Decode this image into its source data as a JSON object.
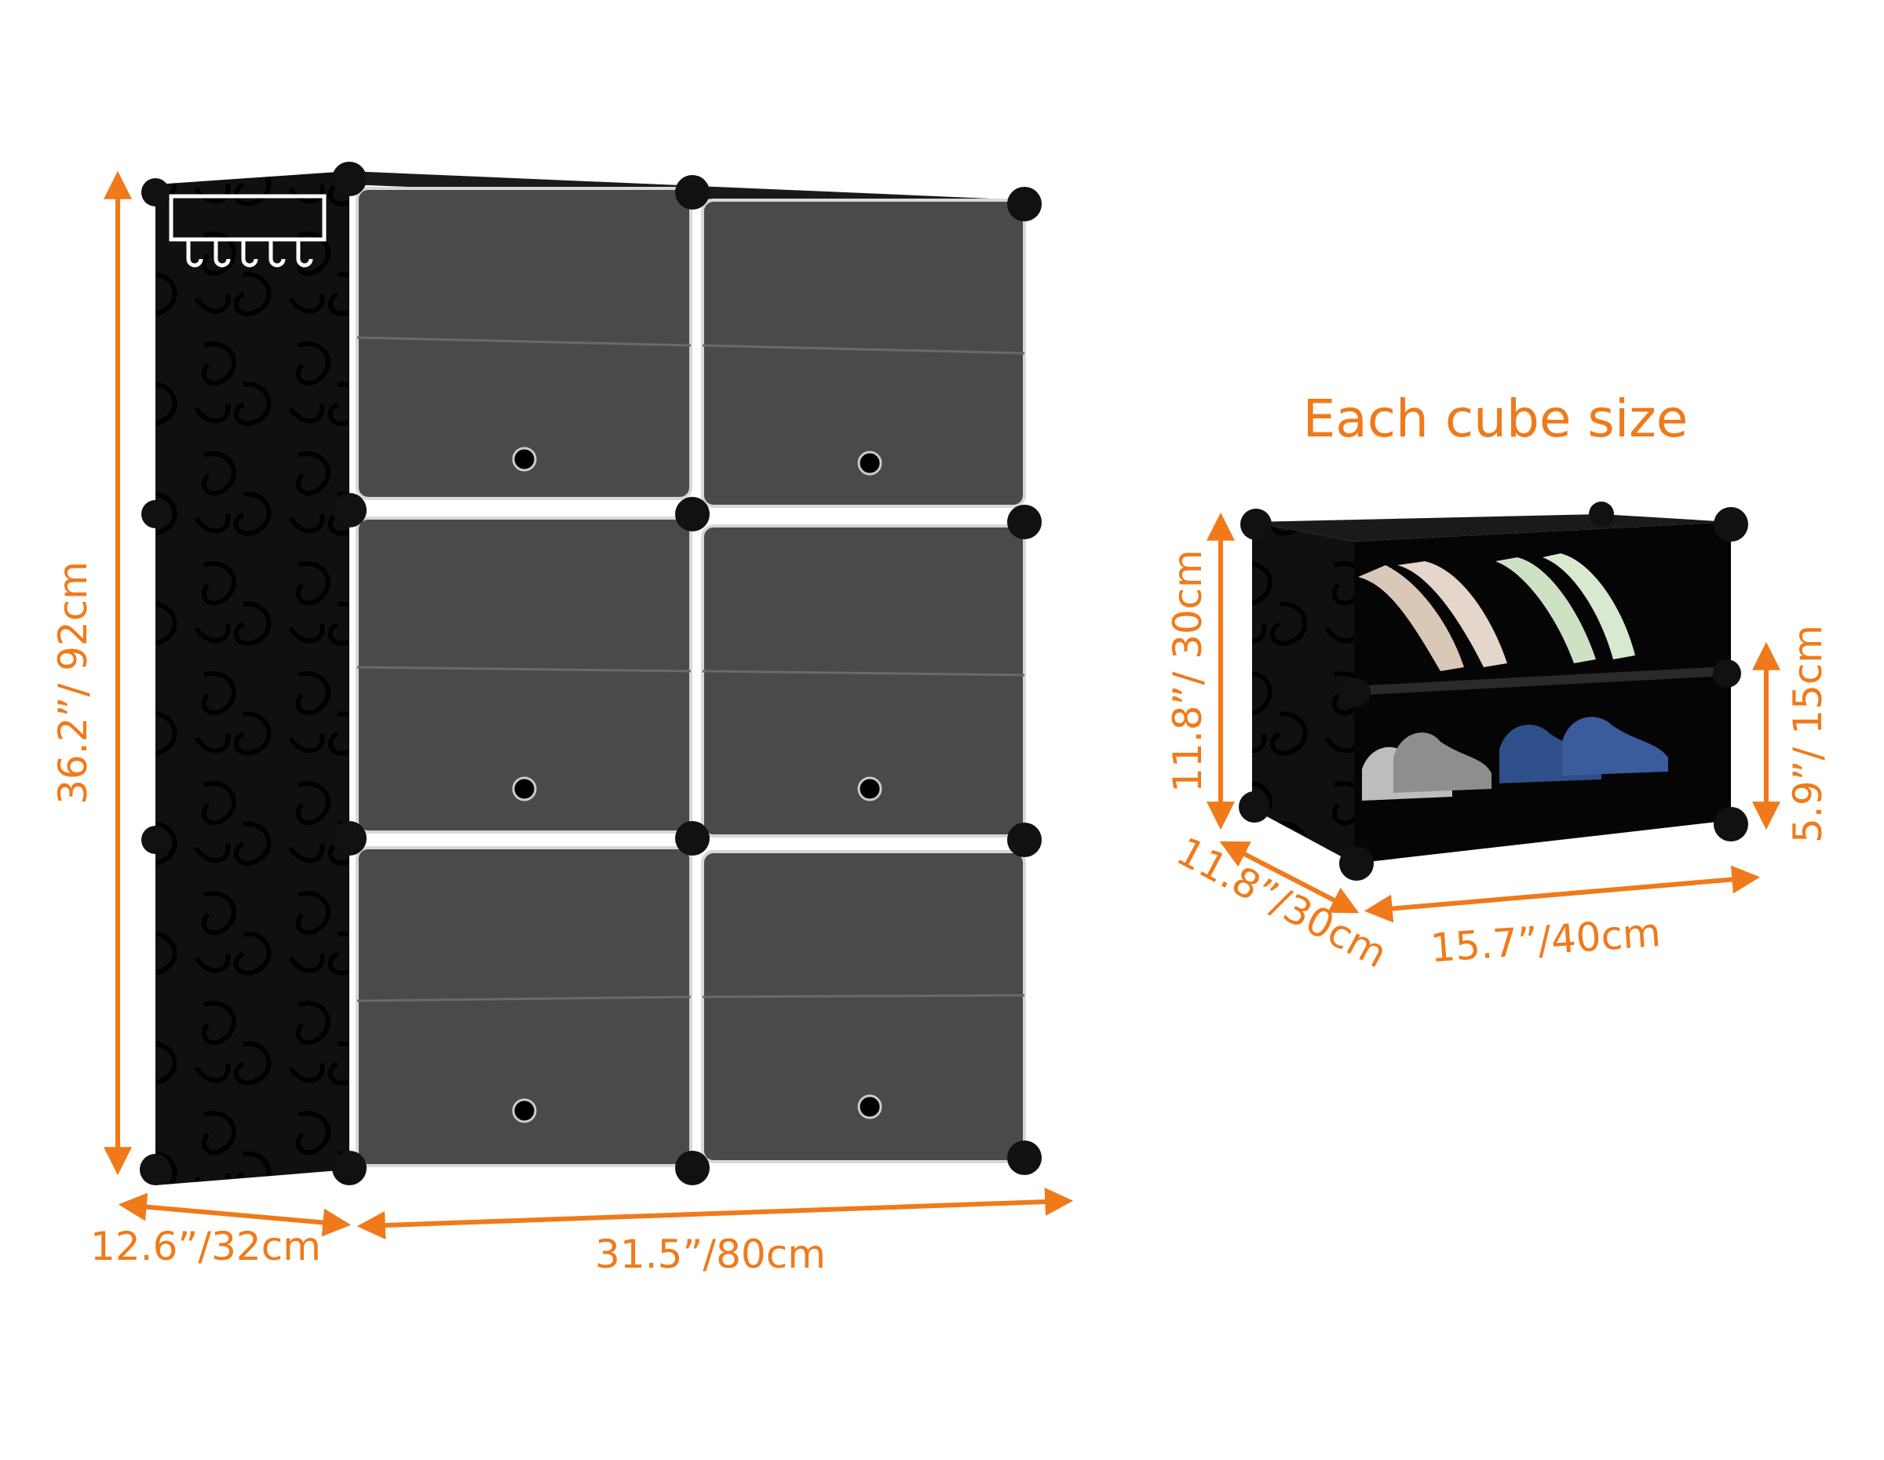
{
  "heading": "Each cube size",
  "colors": {
    "dimension": "#f07a1a",
    "panel": "#0d0d0d",
    "door": "#4a4a4a",
    "connector": "#111111"
  },
  "dimensions": {
    "cabinet": {
      "height": "36.2”/ 92cm",
      "depth": "12.6”/32cm",
      "width": "31.5”/80cm"
    },
    "cube": {
      "height": "11.8”/ 30cm",
      "shelf_height": "5.9”/ 15cm",
      "depth": "11.8”/30cm",
      "width": "15.7”/40cm"
    }
  }
}
